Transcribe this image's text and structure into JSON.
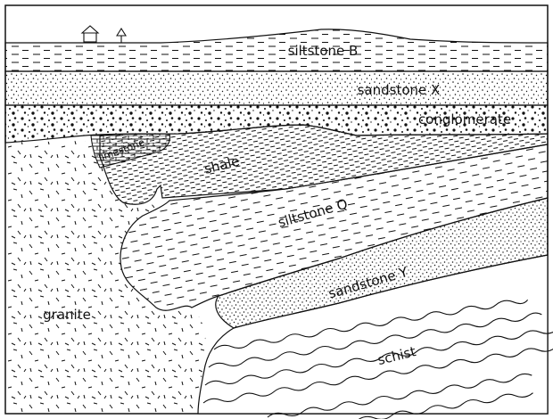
{
  "labels": {
    "siltstone_b": "siltstone B",
    "sandstone_x": "sandstone X",
    "conglomerate": "conglomerate",
    "limestone": "limestone",
    "shale": "shale",
    "siltstone_q": "siltstone Q",
    "sandstone_y": "sandstone Y",
    "granite": "granite",
    "schist": "schist"
  },
  "colors": {
    "ink": "#111111",
    "paper": "#ffffff"
  }
}
